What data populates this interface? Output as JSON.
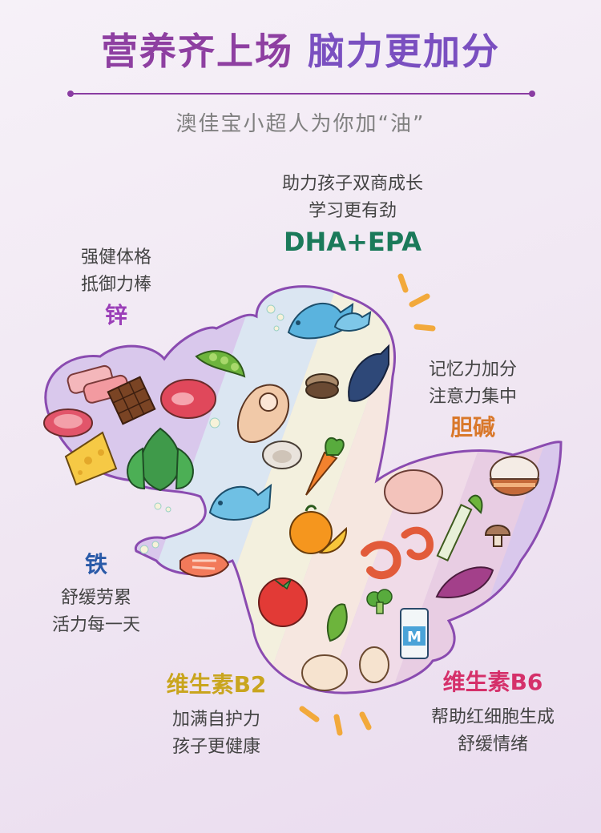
{
  "header": {
    "title_part1": "营养齐上场",
    "title_part2": "脑力更加分",
    "subtitle": "澳佳宝小超人为你加“油”"
  },
  "nutrients": {
    "dha": {
      "line1": "助力孩子双商成长",
      "line2": "学习更有劲",
      "name": "DHA+EPA",
      "color": "#1b7a5a"
    },
    "zinc": {
      "line1": "强健体格",
      "line2": "抵御力棒",
      "name": "锌",
      "color": "#9b3fb8"
    },
    "choline": {
      "line1": "记忆力加分",
      "line2": "注意力集中",
      "name": "胆碱",
      "color": "#d9782a"
    },
    "iron": {
      "name": "铁",
      "line1": "舒缓劳累",
      "line2": "活力每一天",
      "color": "#2a5aa8"
    },
    "b2": {
      "name": "维生素B2",
      "line1": "加满自护力",
      "line2": "孩子更健康",
      "color": "#c9a51e"
    },
    "b6": {
      "name": "维生素B6",
      "line1": "帮助红细胞生成",
      "line2": "舒缓情绪",
      "color": "#d5306a"
    }
  },
  "milk_label": "M"
}
